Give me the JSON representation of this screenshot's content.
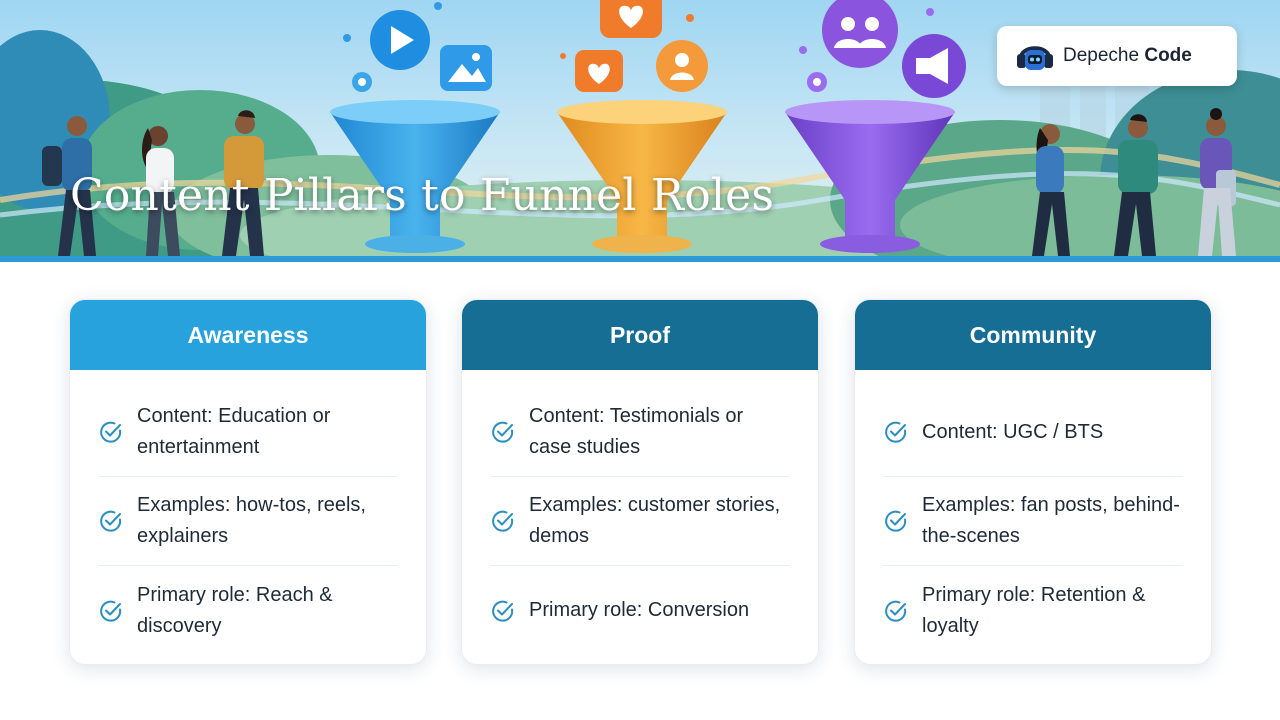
{
  "hero": {
    "title": "Content Pillars to Funnel Roles"
  },
  "brand": {
    "name_regular": "Depeche ",
    "name_bold": "Code"
  },
  "colors": {
    "awareness_header": "#28a2dc",
    "proof_header": "#176e94",
    "community_header": "#176e94",
    "check_icon": "#2a8fc0",
    "accent_bar": "#2a9bd6"
  },
  "cards": [
    {
      "title": "Awareness",
      "items": [
        {
          "icon": "check-circle-icon",
          "text": "Content: Education or entertainment"
        },
        {
          "icon": "check-circle-icon",
          "text": "Examples: how-tos, reels, explainers"
        },
        {
          "icon": "check-circle-icon",
          "text": "Primary role: Reach & discovery"
        }
      ]
    },
    {
      "title": "Proof",
      "items": [
        {
          "icon": "check-circle-icon",
          "text": "Content: Testimonials or case studies"
        },
        {
          "icon": "check-circle-icon",
          "text": "Examples: customer stories, demos"
        },
        {
          "icon": "check-circle-icon",
          "text": "Primary role: Conversion"
        }
      ]
    },
    {
      "title": "Community",
      "items": [
        {
          "icon": "check-circle-icon",
          "text": "Content: UGC / BTS"
        },
        {
          "icon": "check-circle-icon",
          "text": "Examples: fan posts, behind-the-scenes"
        },
        {
          "icon": "check-circle-icon",
          "text": "Primary role: Retention & loyalty"
        }
      ]
    }
  ]
}
